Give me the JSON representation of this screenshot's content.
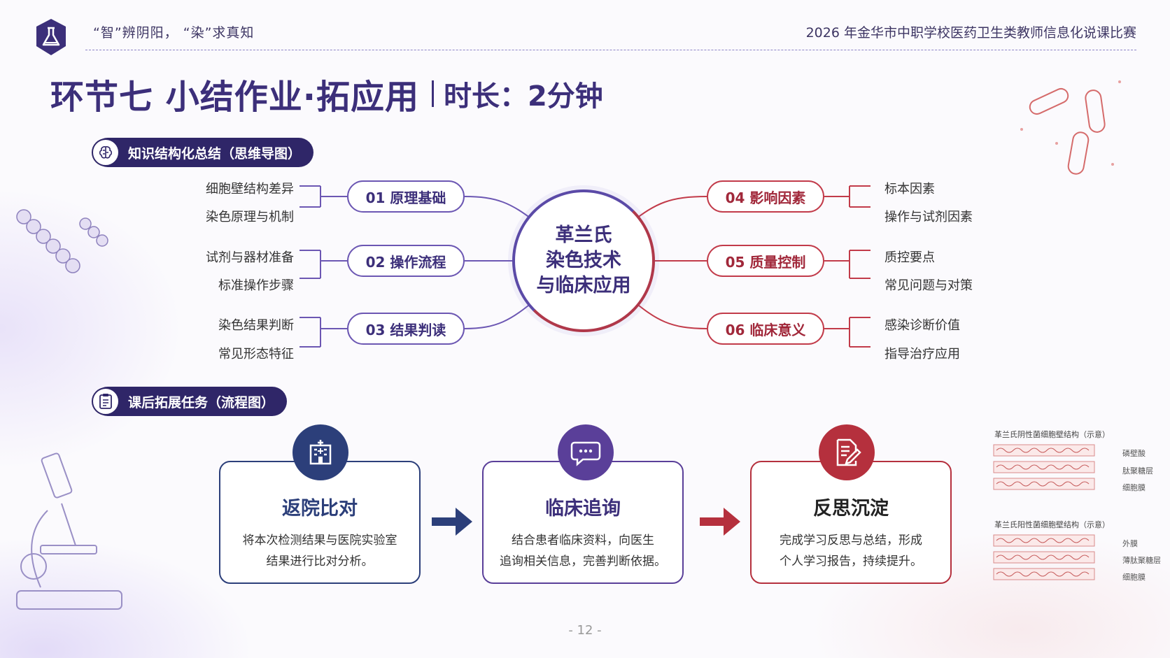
{
  "header": {
    "slogan": "“智”辨阴阳，  “染”求真知",
    "competition": "2026 年金华市中职学校医药卫生类教师信息化说课比赛"
  },
  "title": {
    "main": "环节七  小结作业·拓应用",
    "duration": "时长：2分钟"
  },
  "section1": {
    "label": "知识结构化总结（思维导图）"
  },
  "mindmap": {
    "center_lines": [
      "革兰氏",
      "染色技术",
      "与临床应用"
    ],
    "branches": [
      {
        "label": "01 原理基础",
        "leaves": [
          "细胞壁结构差异",
          "染色原理与机制"
        ]
      },
      {
        "label": "02 操作流程",
        "leaves": [
          "试剂与器材准备",
          "标准操作步骤"
        ]
      },
      {
        "label": "03 结果判读",
        "leaves": [
          "染色结果判断",
          "常见形态特征"
        ]
      },
      {
        "label": "04 影响因素",
        "leaves": [
          "标本因素",
          "操作与试剂因素"
        ]
      },
      {
        "label": "05 质量控制",
        "leaves": [
          "质控要点",
          "常见问题与对策"
        ]
      },
      {
        "label": "06 临床意义",
        "leaves": [
          "感染诊断价值",
          "指导治疗应用"
        ]
      }
    ]
  },
  "section2": {
    "label": "课后拓展任务（流程图）"
  },
  "tasks": [
    {
      "title": "返院比对",
      "line1": "将本次检测结果与医院实验室",
      "line2": "结果进行比对分析。",
      "icon": "hospital-icon",
      "color": "#2c3f7a"
    },
    {
      "title": "临床追询",
      "line1": "结合患者临床资料，向医生",
      "line2": "追询相关信息，完善判断依据。",
      "icon": "chat-icon",
      "color": "#5a3f99"
    },
    {
      "title": "反思沉淀",
      "line1": "完成学习反思与总结，形成",
      "line2": "个人学习报告，持续提升。",
      "icon": "edit-document-icon",
      "color": "#b5303d"
    }
  ],
  "diagrams": {
    "negative": {
      "caption": "革兰氏阴性菌细胞壁结构（示意）",
      "labels": [
        "磷壁酸",
        "肽聚糖层",
        "细胞膜"
      ]
    },
    "positive": {
      "caption": "革兰氏阳性菌细胞壁结构（示意）",
      "labels": [
        "外膜",
        "薄肽聚糖层",
        "细胞膜"
      ]
    }
  },
  "page_number": "- 12 -",
  "colors": {
    "primary": "#3c2f7a",
    "accent_red": "#b5303d",
    "navy": "#2c3f7a"
  }
}
